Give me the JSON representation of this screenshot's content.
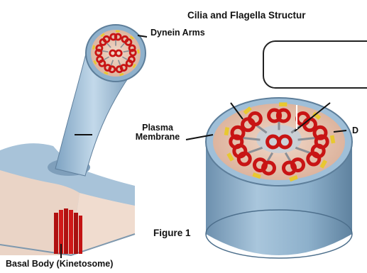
{
  "title": "Cilia and Flagella Structur",
  "labels": {
    "dynein_arms": "Dynein Arms",
    "plasma_membrane": "Plasma Membrane",
    "figure": "Figure 1",
    "basal_body": "Basal Body (Kinetosome)",
    "right_edge_cut": "D"
  },
  "colors": {
    "membrane_blue": "#9fbfd8",
    "tubule_red": "#c81414",
    "cytoplasm": "#e9c9b6",
    "spoke_yellow": "#e8c830"
  }
}
